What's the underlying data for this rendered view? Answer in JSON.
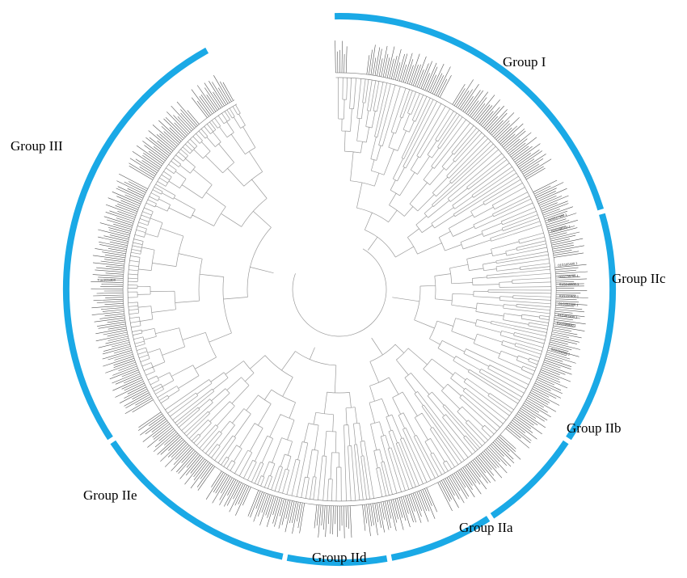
{
  "figure": {
    "ring_color": "#1aa9e6",
    "branch_color": "#9a9a9a",
    "label_color": "#000000"
  },
  "groups": [
    {
      "id": "I",
      "label": "Group I"
    },
    {
      "id": "IIc",
      "label": "Group IIc"
    },
    {
      "id": "IIb",
      "label": "Group IIb"
    },
    {
      "id": "IIa",
      "label": "Group IIa"
    },
    {
      "id": "IId",
      "label": "Group IId"
    },
    {
      "id": "IIe",
      "label": "Group IIe"
    },
    {
      "id": "III",
      "label": "Group III"
    }
  ],
  "visible_leaf_labels": [
    "01G217400.1",
    "01G198100.1",
    "01G185400.1",
    "01G236700.1",
    "01G240800.1",
    "01G331800.1",
    "01G332300.1",
    "01G401800.1",
    "01G396800.1",
    "01G294800.1",
    "TraesCS3D0"
  ]
}
